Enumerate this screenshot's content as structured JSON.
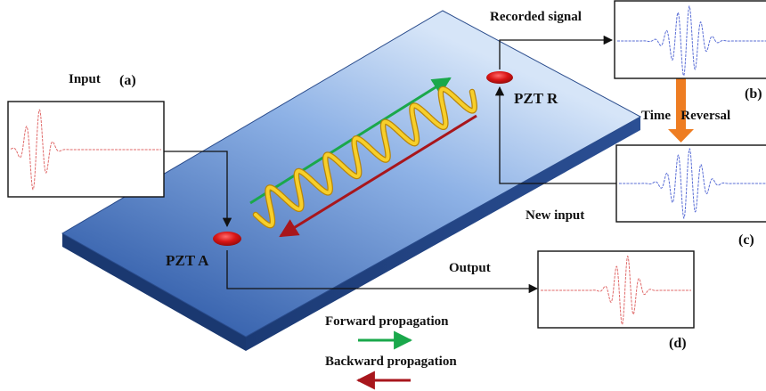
{
  "labels": {
    "input": "Input",
    "panel_a": "(a)",
    "recorded_signal": "Recorded signal",
    "panel_b": "(b)",
    "pzt_r": "PZT R",
    "time_reversal": "Time   Reversal",
    "new_input": "New input",
    "panel_c": "(c)",
    "pzt_a": "PZT A",
    "output": "Output",
    "panel_d": "(d)"
  },
  "legend": {
    "forward": "Forward propagation",
    "backward": "Backward propagation"
  },
  "colors": {
    "plate_light": "#c9dcf4",
    "plate_dark": "#2f5ba8",
    "plate_edge": "#1d3d79",
    "transducer": "#d41818",
    "wave_yellow": "#f2c21c",
    "forward_arrow": "#1aa84b",
    "backward_arrow": "#a8161c",
    "time_reversal_arrow": "#ee7d22",
    "signal_red": "#e06a6a",
    "signal_blue": "#5b6fd6"
  }
}
